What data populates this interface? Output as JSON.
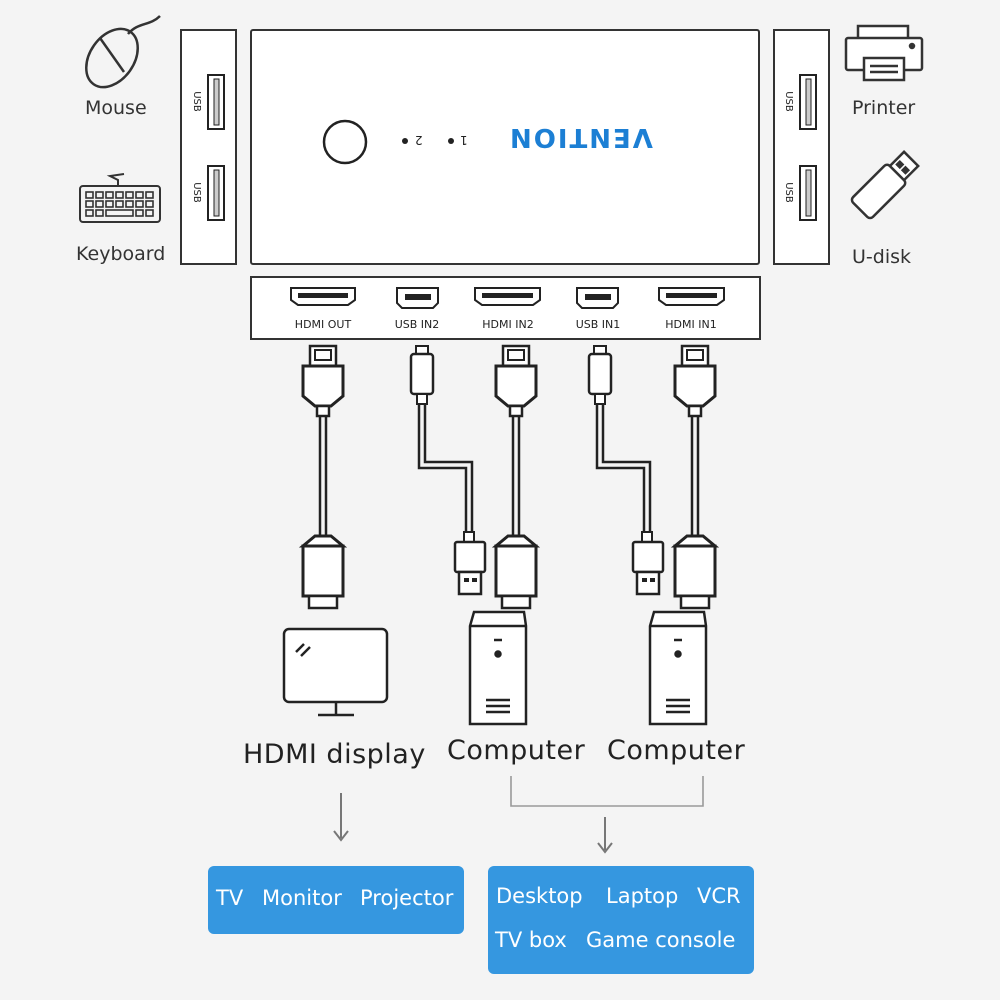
{
  "peripherals": {
    "mouse": "Mouse",
    "keyboard": "Keyboard",
    "printer": "Printer",
    "udisk": "U-disk"
  },
  "switch": {
    "brand": "VENTION",
    "usb_port_label": "USB",
    "indicator_1": "1",
    "indicator_2": "2",
    "ports": [
      "HDMI OUT",
      "USB IN2",
      "HDMI IN2",
      "USB IN1",
      "HDMI IN1"
    ]
  },
  "devices": {
    "display": "HDMI display",
    "computer_1": "Computer",
    "computer_2": "Computer"
  },
  "display_examples": [
    "TV",
    "Monitor",
    "Projector"
  ],
  "computer_examples": [
    "Desktop",
    "Laptop",
    "VCR",
    "TV box",
    "Game console"
  ],
  "colors": {
    "box_fill": "#3597e0",
    "brand": "#1c7fd4",
    "line": "#222222",
    "bracket": "#888888"
  }
}
